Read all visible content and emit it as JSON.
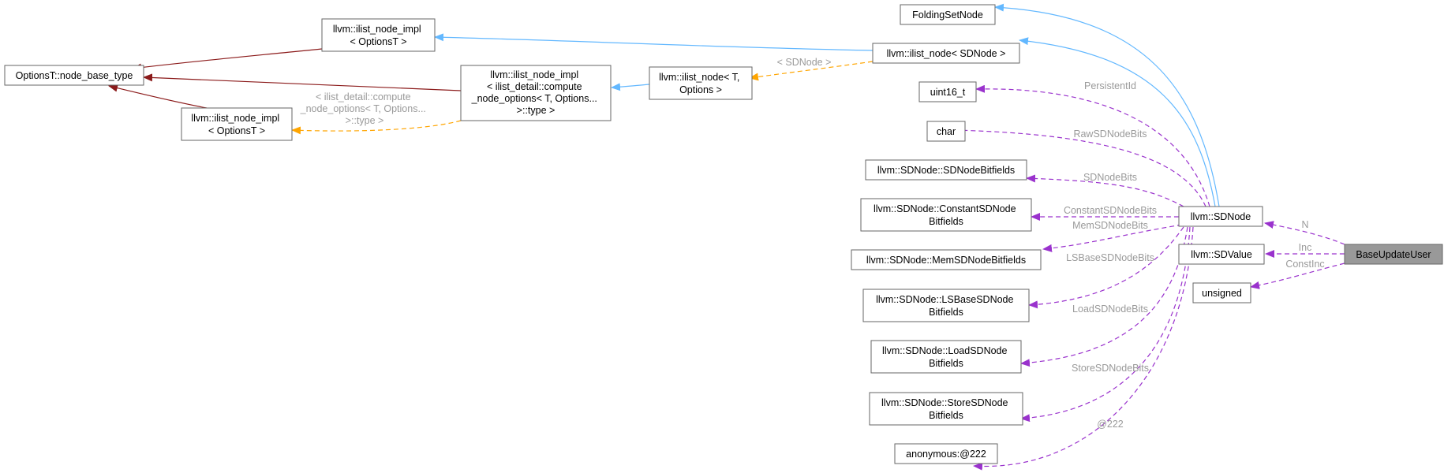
{
  "colors": {
    "inherit_public": "#63b8ff",
    "inherit_private": "#8b1a1a",
    "template": "#ffa500",
    "member": "#9a32cd",
    "label": "#9a9a9a"
  },
  "nodes": {
    "options_base": {
      "lines": [
        "OptionsT::node_base_type"
      ]
    },
    "ilist_impl_top": {
      "lines": [
        "llvm::ilist_node_impl",
        "< OptionsT >"
      ]
    },
    "ilist_impl_bottom": {
      "lines": [
        "llvm::ilist_node_impl",
        "< OptionsT >"
      ]
    },
    "ilist_impl_mid": {
      "lines": [
        "llvm::ilist_node_impl",
        "< ilist_detail::compute",
        "_node_options< T, Options...",
        ">::type >"
      ]
    },
    "ilist_node_T": {
      "lines": [
        "llvm::ilist_node< T,",
        "Options >"
      ]
    },
    "folding": {
      "lines": [
        "FoldingSetNode"
      ]
    },
    "ilist_node_sd": {
      "lines": [
        "llvm::ilist_node< SDNode >"
      ]
    },
    "uint16": {
      "lines": [
        "uint16_t"
      ]
    },
    "char": {
      "lines": [
        "char"
      ]
    },
    "sdbits": {
      "lines": [
        "llvm::SDNode::SDNodeBitfields"
      ]
    },
    "constbits": {
      "lines": [
        "llvm::SDNode::ConstantSDNode",
        "Bitfields"
      ]
    },
    "membits": {
      "lines": [
        "llvm::SDNode::MemSDNodeBitfields"
      ]
    },
    "lsbits": {
      "lines": [
        "llvm::SDNode::LSBaseSDNode",
        "Bitfields"
      ]
    },
    "loadbits": {
      "lines": [
        "llvm::SDNode::LoadSDNode",
        "Bitfields"
      ]
    },
    "storebits": {
      "lines": [
        "llvm::SDNode::StoreSDNode",
        "Bitfields"
      ]
    },
    "anon": {
      "lines": [
        "anonymous:@222"
      ]
    },
    "sdnode": {
      "lines": [
        "llvm::SDNode"
      ]
    },
    "sdvalue": {
      "lines": [
        "llvm::SDValue"
      ]
    },
    "unsigned": {
      "lines": [
        "unsigned"
      ]
    },
    "base_update": {
      "lines": [
        "BaseUpdateUser"
      ]
    }
  },
  "edge_labels": {
    "sdnode_tmpl": "< SDNode >",
    "compute_tmpl": [
      "< ilist_detail::compute",
      "_node_options< T, Options...",
      ">::type >"
    ],
    "persistent": "PersistentId",
    "raw": "RawSDNodeBits",
    "sdbits": "SDNodeBits",
    "constbits": "ConstantSDNodeBits",
    "membits": "MemSDNodeBits",
    "lsbits": "LSBaseSDNodeBits",
    "loadbits": "LoadSDNodeBits",
    "storebits": "StoreSDNodeBits",
    "anon": "@222",
    "n": "N",
    "inc": "Inc",
    "constinc": "ConstInc"
  }
}
